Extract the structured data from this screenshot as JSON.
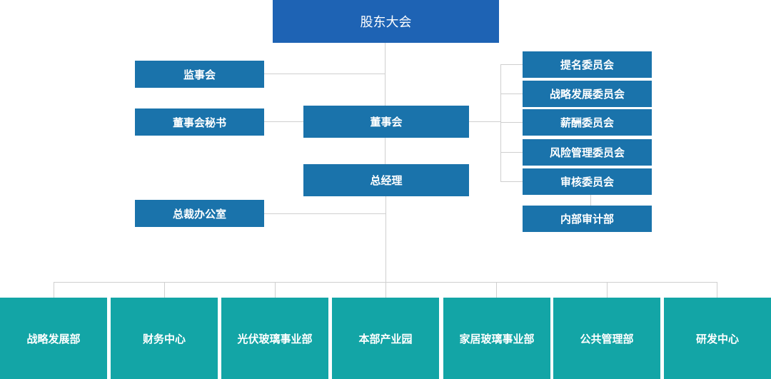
{
  "org_chart": {
    "top": {
      "label": "股东大会"
    },
    "left": {
      "supervisory": {
        "label": "监事会"
      },
      "secretary": {
        "label": "董事会秘书"
      },
      "president_office": {
        "label": "总裁办公室"
      }
    },
    "center": {
      "board": {
        "label": "董事会"
      },
      "general_manager": {
        "label": "总经理"
      }
    },
    "committees": [
      {
        "label": "提名委员会"
      },
      {
        "label": "战略发展委员会"
      },
      {
        "label": "薪酬委员会"
      },
      {
        "label": "风险管理委员会"
      },
      {
        "label": "审核委员会"
      }
    ],
    "internal_audit": {
      "label": "内部审计部"
    },
    "departments": [
      {
        "label": "战略发展部"
      },
      {
        "label": "财务中心"
      },
      {
        "label": "光伏玻璃事业部"
      },
      {
        "label": "本部产业园"
      },
      {
        "label": "家居玻璃事业部"
      },
      {
        "label": "公共管理部"
      },
      {
        "label": "研发中心"
      }
    ],
    "colors": {
      "top": "#1e63b4",
      "node": "#1a73ab",
      "department": "#13a5a6",
      "connector": "#cfcfcf"
    }
  }
}
